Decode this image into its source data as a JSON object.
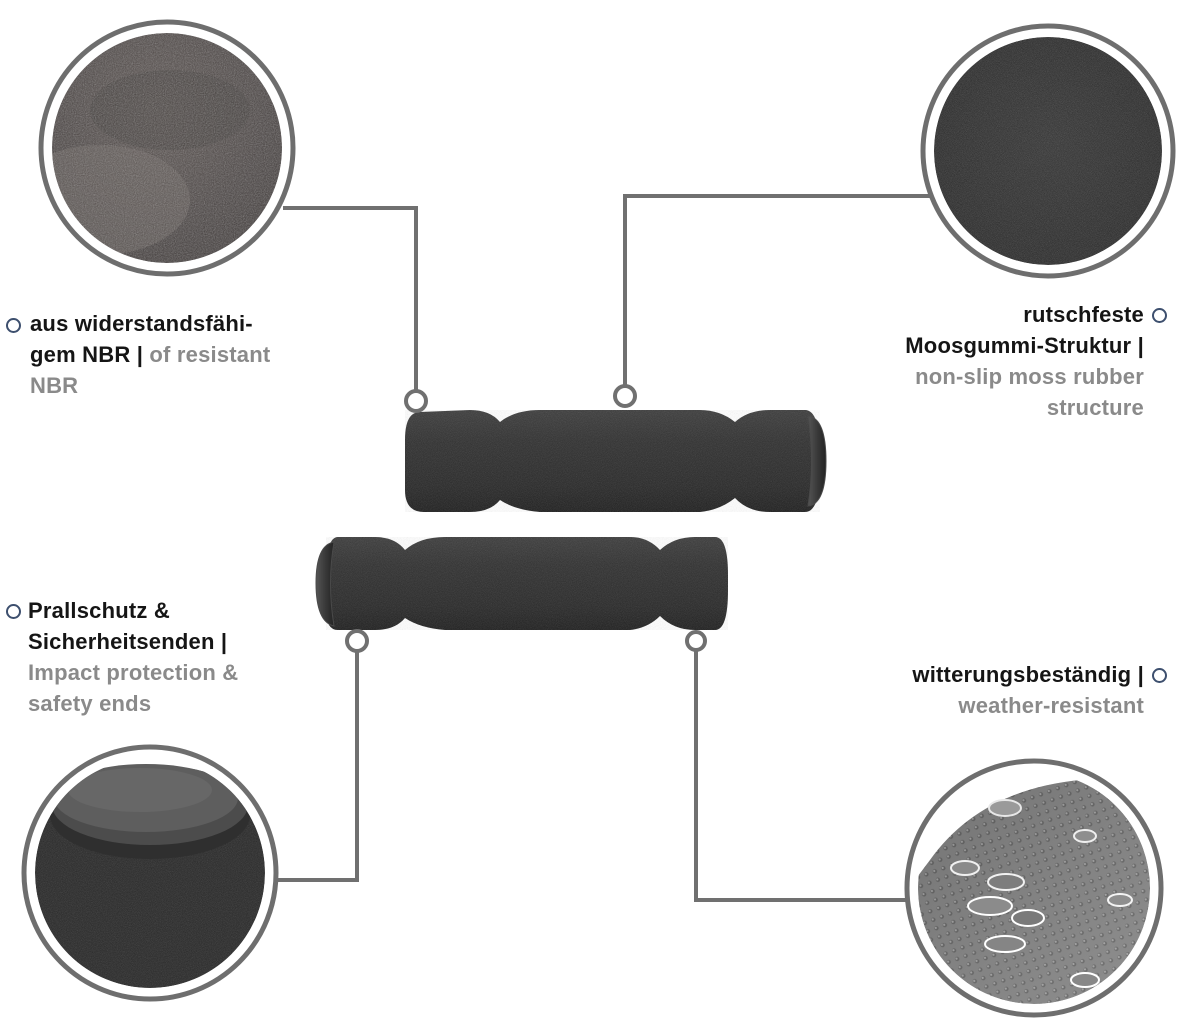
{
  "features": {
    "top_left": {
      "de": "aus widerstandsfähi-gem NBR",
      "de_line1": "aus widerstandsfähi-",
      "de_line2": "gem NBR",
      "separator": "|",
      "en_line1": "of resistant",
      "en_line2": "NBR",
      "image": "coarse-texture-closeup"
    },
    "top_right": {
      "de_line1": "rutschfeste",
      "de_line2": "Moosgummi-Struktur",
      "separator": "|",
      "en_line1": "non-slip moss rubber",
      "en_line2": "structure",
      "image": "fine-black-foam-closeup"
    },
    "bottom_left": {
      "de_line1": "Prallschutz &",
      "de_line2": "Sicherheitsenden",
      "separator": "|",
      "en_line1": "Impact protection &",
      "en_line2": "safety ends",
      "image": "grip-end-cap-closeup"
    },
    "bottom_right": {
      "de_line1": "witterungsbeständig",
      "separator": "|",
      "en_line1": "weather-resistant",
      "image": "water-droplets-on-texture"
    }
  },
  "colors": {
    "connector": "#707070",
    "circle_border": "#6e6e6e",
    "bullet": "#3d4f6e",
    "german_text": "#151515",
    "english_text": "#8a8a8a",
    "foam": "#2b2b2b"
  },
  "icons": [
    "bullet-circle-icon",
    "anchor-ring-icon"
  ]
}
